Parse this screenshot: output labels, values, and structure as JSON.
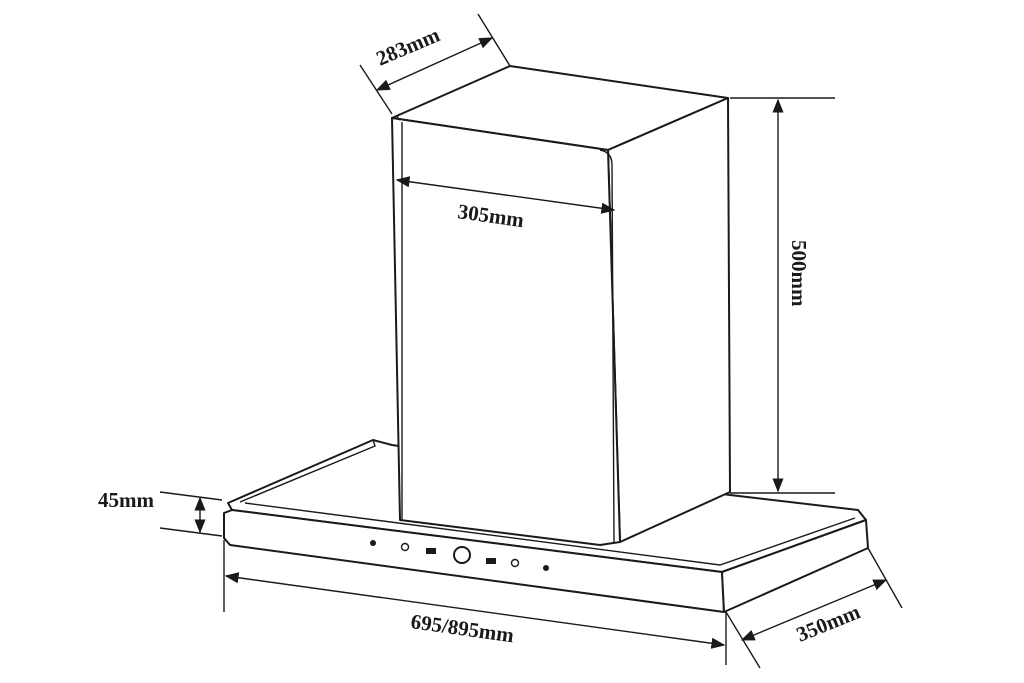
{
  "title": "Range hood dimension diagram",
  "dimensions": {
    "depth_top": "283mm",
    "chimney_width": "305mm",
    "chimney_height": "500mm",
    "hood_thickness": "45mm",
    "hood_width": "695/895mm",
    "hood_depth": "350mm"
  },
  "control_panel_icons": [
    "light-icon",
    "timer-icon",
    "delay-icon",
    "power-button",
    "speed-icon",
    "boost-icon",
    "fan-icon"
  ]
}
